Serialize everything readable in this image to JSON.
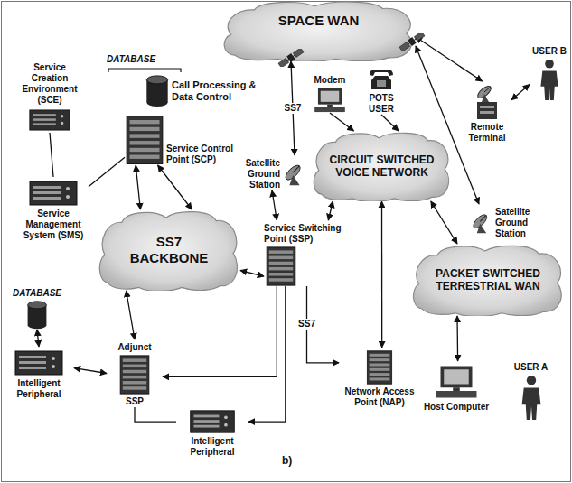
{
  "diagram": {
    "nodes": [
      {
        "text": [
          "SPACE WAN"
        ]
      },
      {
        "text": [
          "USER B"
        ]
      },
      {
        "text": [
          "Service Creation Environment (SCE)"
        ]
      },
      {
        "text": [
          "Call Processing & Data Control"
        ]
      },
      {
        "text": [
          "Modem"
        ]
      },
      {
        "text": [
          "POTS USER"
        ]
      },
      {
        "text": [
          "Remote Terminal"
        ]
      },
      {
        "text": [
          "Service Control Point (SCP)"
        ]
      },
      {
        "text": [
          "Satellite Ground Station"
        ]
      },
      {
        "text": [
          "CIRCUIT SWITCHED VOICE NETWORK"
        ]
      },
      {
        "text": [
          "Service Management System (SMS)"
        ]
      },
      {
        "text": [
          "Satellite Ground Station"
        ]
      },
      {
        "text": [
          "SS7 BACKBONE"
        ]
      },
      {
        "text": [
          "Service Switching Point (SSP)"
        ]
      },
      {
        "text": [
          "PACKET SWITCHED TERRESTRIAL WAN"
        ]
      },
      {
        "text": [
          "DATABASE"
        ]
      },
      {
        "text": [
          "Adjunct",
          "SSP"
        ]
      },
      {
        "text": [
          "Intelligent Peripheral"
        ]
      },
      {
        "text": [
          "Network Access Point (NAP)"
        ]
      },
      {
        "text": [
          "Host Computer"
        ]
      },
      {
        "text": [
          "USER A"
        ]
      },
      {
        "text": [
          "Intelligent Peripheral"
        ]
      }
    ],
    "edges": [
      {
        "from": 2,
        "to": 10,
        "arrow": "none"
      },
      {
        "from": 10,
        "to": 7,
        "arrow": "none"
      },
      {
        "from": 7,
        "to": 12,
        "arrow": "both"
      },
      {
        "from": 7,
        "to": 12,
        "arrow": "both"
      },
      {
        "from": 0,
        "to": 8,
        "label": "SS7",
        "arrow": "both"
      },
      {
        "from": 0,
        "to": 6,
        "arrow": "both"
      },
      {
        "from": 6,
        "to": 1,
        "arrow": "both"
      },
      {
        "from": 0,
        "to": 11,
        "arrow": "both"
      },
      {
        "from": 4,
        "to": 9,
        "arrow": "to"
      },
      {
        "from": 5,
        "to": 9,
        "arrow": "to"
      },
      {
        "from": 8,
        "to": 13,
        "arrow": "both"
      },
      {
        "from": 12,
        "to": 13,
        "arrow": "both"
      },
      {
        "from": 13,
        "to": 9,
        "arrow": "both"
      },
      {
        "from": 13,
        "to": 18,
        "label": "SS7",
        "arrow": "to"
      },
      {
        "from": 18,
        "to": 9,
        "arrow": "both"
      },
      {
        "from": 9,
        "to": 14,
        "arrow": "both"
      },
      {
        "from": 14,
        "to": 19,
        "arrow": "both"
      },
      {
        "from": 15,
        "to": 17,
        "arrow": "both"
      },
      {
        "from": 17,
        "to": 16,
        "arrow": "both"
      },
      {
        "from": 12,
        "to": 16,
        "arrow": "both"
      },
      {
        "from": 13,
        "to": 16,
        "arrow": "to"
      },
      {
        "from": 13,
        "to": 21,
        "arrow": "to"
      },
      {
        "from": 16,
        "to": 21,
        "arrow": "none"
      }
    ],
    "labels": [
      "DATABASE",
      "b)"
    ]
  }
}
